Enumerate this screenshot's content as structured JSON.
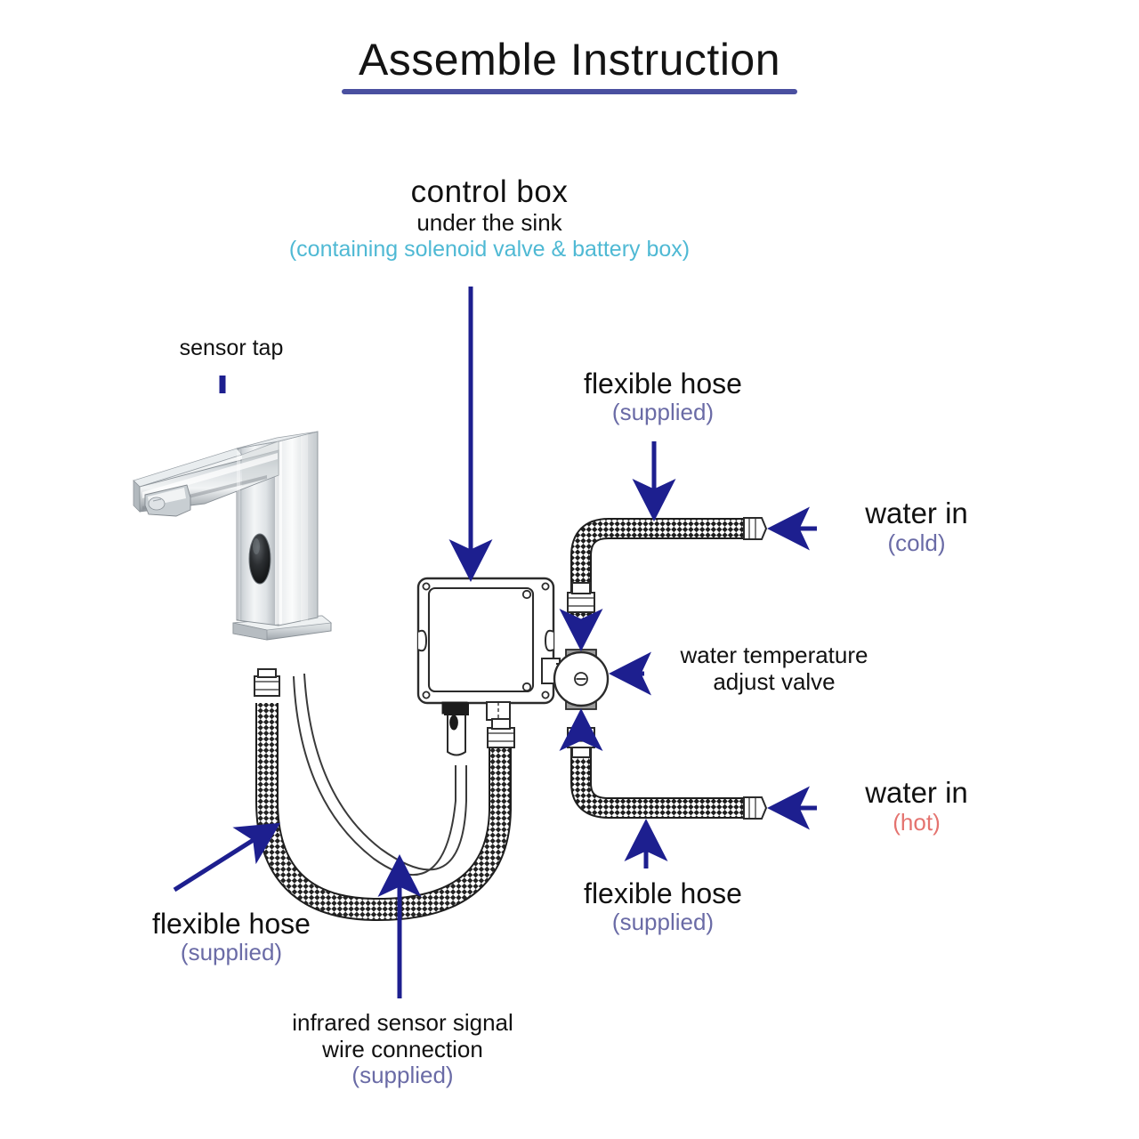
{
  "title": {
    "text": "Assemble  Instruction",
    "underline_color": "#4a50a0"
  },
  "colors": {
    "arrow_navy": "#1d1f8f",
    "text_black": "#111111",
    "accent_cyan": "#4fb9d4",
    "accent_violet": "#6a6ba6",
    "accent_red": "#e4736f",
    "line_dark": "#2b2b2b"
  },
  "labels": {
    "control_box": {
      "line1": "control  box",
      "line2": "under the sink",
      "line3": "(containing solenoid valve & battery box)"
    },
    "sensor_tap": {
      "line1": "sensor tap"
    },
    "hose_top": {
      "line1": "flexible hose",
      "line2": "(supplied)"
    },
    "water_in_cold": {
      "line1": "water in",
      "line2": "(cold)"
    },
    "mixing_valve": {
      "line1": "water temperature",
      "line2": "adjust valve"
    },
    "water_in_hot": {
      "line1": "water in",
      "line2": "(hot)"
    },
    "hose_bottom_right": {
      "line1": "flexible hose",
      "line2": "(supplied)"
    },
    "hose_bottom_left": {
      "line1": "flexible hose",
      "line2": "(supplied)"
    },
    "ir_wire": {
      "line1": "infrared sensor signal",
      "line2": "wire connection",
      "line3": "(supplied)"
    }
  },
  "parts": [
    {
      "name": "sensor-tap",
      "kind": "chrome-faucet"
    },
    {
      "name": "control-box",
      "kind": "line-drawing-enclosure"
    },
    {
      "name": "mixing-valve",
      "kind": "round-valve"
    },
    {
      "name": "flexible-hose-cold",
      "kind": "braided-hose"
    },
    {
      "name": "flexible-hose-hot",
      "kind": "braided-hose"
    },
    {
      "name": "flexible-hose-supply",
      "kind": "braided-hose-u-bend"
    },
    {
      "name": "infrared-signal-wire",
      "kind": "cable-with-plug"
    }
  ],
  "arrows": [
    {
      "name": "arrow-control-box",
      "points_to": "control-box",
      "direction": "down"
    },
    {
      "name": "arrow-sensor-tap",
      "points_to": "sensor-tap",
      "direction": "down-tick"
    },
    {
      "name": "arrow-hose-top",
      "points_to": "flexible-hose-cold",
      "direction": "down"
    },
    {
      "name": "arrow-water-in-cold",
      "points_to": "flexible-hose-cold",
      "direction": "left"
    },
    {
      "name": "arrow-valve-top",
      "points_to": "mixing-valve",
      "direction": "down"
    },
    {
      "name": "arrow-valve-bottom",
      "points_to": "mixing-valve",
      "direction": "up"
    },
    {
      "name": "arrow-valve-label",
      "points_to": "mixing-valve",
      "direction": "left"
    },
    {
      "name": "arrow-water-in-hot",
      "points_to": "flexible-hose-hot",
      "direction": "left"
    },
    {
      "name": "arrow-hose-bottom-right",
      "points_to": "flexible-hose-hot",
      "direction": "up"
    },
    {
      "name": "arrow-hose-bottom-left",
      "points_to": "flexible-hose-supply",
      "direction": "up-right"
    },
    {
      "name": "arrow-ir-wire",
      "points_to": "infrared-signal-wire",
      "direction": "up"
    }
  ]
}
